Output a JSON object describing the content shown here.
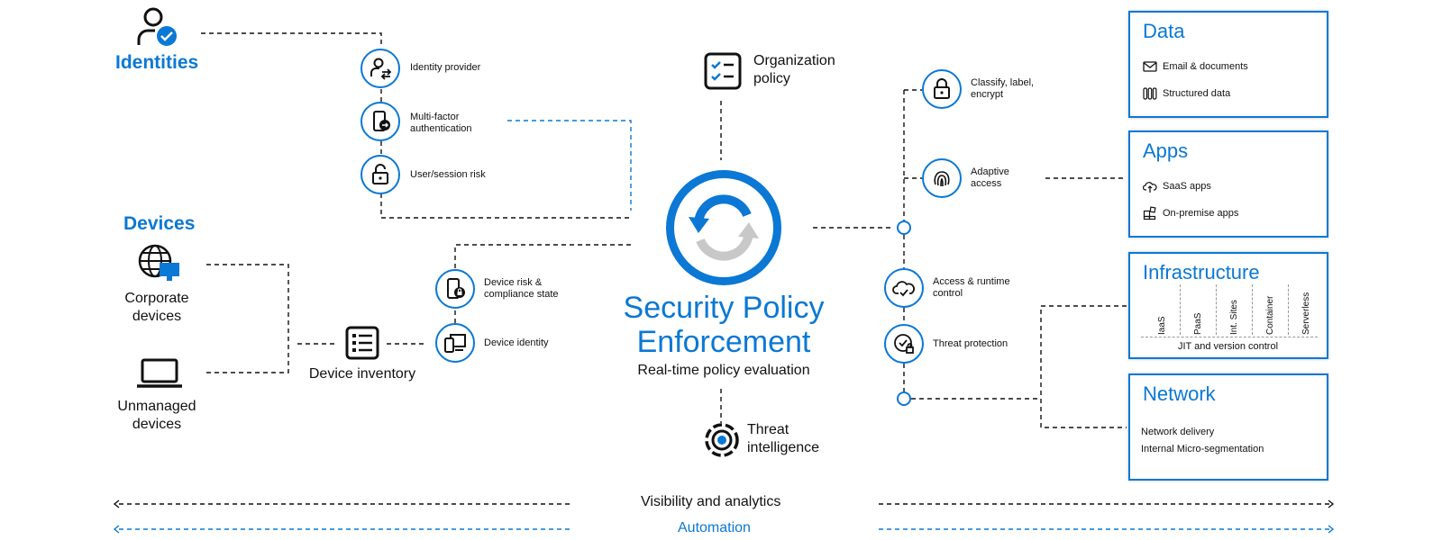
{
  "left": {
    "identities": {
      "title": "Identities",
      "icon": "user-check-icon"
    },
    "devices": {
      "title": "Devices"
    },
    "corporate": {
      "label": "Corporate\ndevices",
      "icon": "globe-monitor-icon"
    },
    "unmanaged": {
      "label": "Unmanaged\ndevices",
      "icon": "laptop-icon"
    },
    "inventory": {
      "label": "Device inventory",
      "icon": "list-icon"
    }
  },
  "identity_nodes": [
    {
      "label": "Identity provider",
      "icon": "user-swap-icon"
    },
    {
      "label": "Multi-factor\nauthentication",
      "icon": "phone-arrow-icon"
    },
    {
      "label": "User/session risk",
      "icon": "unlock-icon"
    }
  ],
  "device_nodes": [
    {
      "label": "Device risk &\ncompliance state",
      "icon": "phone-lock-icon"
    },
    {
      "label": "Device identity",
      "icon": "devices-icon"
    }
  ],
  "center": {
    "org_policy": "Organization\npolicy",
    "title_line1": "Security Policy",
    "title_line2": "Enforcement",
    "subtitle": "Real-time policy evaluation",
    "threat_intel": "Threat\nintelligence"
  },
  "right_nodes": [
    {
      "label": "Classify, label,\nencrypt",
      "icon": "lock-icon"
    },
    {
      "label": "Adaptive\naccess",
      "icon": "fingerprint-icon"
    },
    {
      "label": "Access & runtime\ncontrol",
      "icon": "cloud-check-icon"
    },
    {
      "label": "Threat protection",
      "icon": "shield-check-icon"
    }
  ],
  "boxes": {
    "data": {
      "title": "Data",
      "items": [
        "Email & documents",
        "Structured data"
      ]
    },
    "apps": {
      "title": "Apps",
      "items": [
        "SaaS apps",
        "On-premise apps"
      ]
    },
    "infrastructure": {
      "title": "Infrastructure",
      "columns": [
        "IaaS",
        "PaaS",
        "Int. Sites",
        "Container",
        "Serverless"
      ],
      "footer": "JIT and version control"
    },
    "network": {
      "title": "Network",
      "items": [
        "Network delivery",
        "Internal Micro-segmentation"
      ]
    }
  },
  "bottom": {
    "visibility": "Visibility and analytics",
    "automation": "Automation"
  },
  "colors": {
    "accent": "#0a78d4",
    "gray": "#c8c8c8",
    "ink": "#111111"
  }
}
